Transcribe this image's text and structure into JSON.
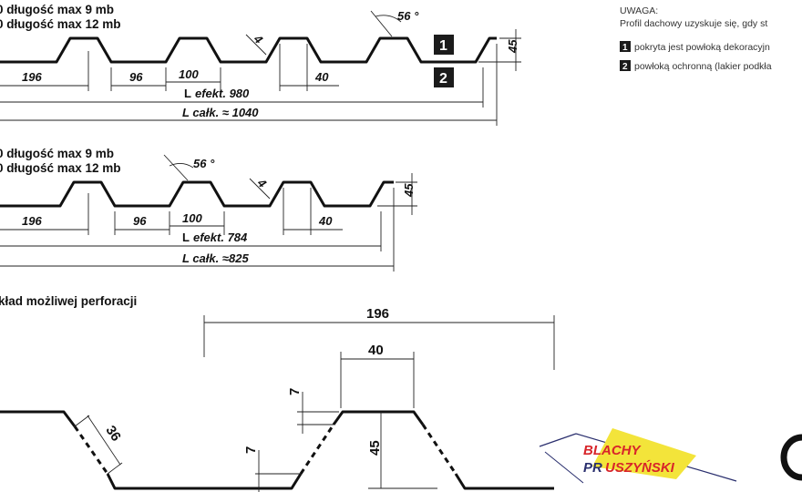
{
  "profile1": {
    "line1": "0   długość max 9 mb",
    "line2": "0   długość max 12 mb",
    "angle": "56 °",
    "thickness": "4",
    "d196": "196",
    "d96": "96",
    "d100": "100",
    "d40": "40",
    "d45": "45",
    "l_efekt_label": "L",
    "l_efekt_value": "efekt. 980",
    "l_calk": "L całk. ≈  1040",
    "box1": "1",
    "box2": "2"
  },
  "profile2": {
    "line1": "0   długość max 9 mb",
    "line2": "0   długość max 12 mb",
    "angle": "56 °",
    "thickness": "4",
    "d196": "196",
    "d96": "96",
    "d100": "100",
    "d40": "40",
    "d45": "45",
    "l_efekt_label": "L",
    "l_efekt_value": "efekt. 784",
    "l_calk": "L całk. ≈825"
  },
  "perforation": {
    "title": "kład możliwej perforacji",
    "d196": "196",
    "d40": "40",
    "d36": "36",
    "d7a": "7",
    "d7b": "7",
    "d45": "45"
  },
  "notes": {
    "heading": "UWAGA:",
    "text": "Profil dachowy uzyskuje się, gdy st",
    "item1_box": "1",
    "item1_text": "pokryta jest powłoką dekoracyjn",
    "item2_box": "2",
    "item2_text": "powłoką ochronną (lakier podkła"
  },
  "logo": {
    "top": "BLACHY",
    "bottom_a": "PR",
    "bottom_b": "USZYŃSKI"
  },
  "colors": {
    "logo_red": "#d8252a",
    "logo_navy": "#2a2f6e",
    "logo_yellow": "#f3e43a"
  }
}
